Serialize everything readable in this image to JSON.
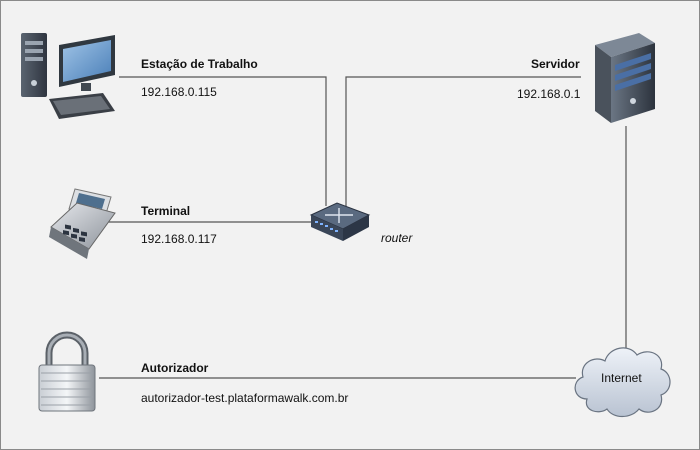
{
  "nodes": {
    "workstation": {
      "name": "Estação de Trabalho",
      "ip": "192.168.0.115",
      "icon": "desktop-computer-icon"
    },
    "server": {
      "name": "Servidor",
      "ip": "192.168.0.1",
      "icon": "server-tower-icon"
    },
    "terminal": {
      "name": "Terminal",
      "ip": "192.168.0.117",
      "icon": "payment-terminal-icon"
    },
    "router": {
      "name": "router",
      "icon": "network-switch-icon"
    },
    "authorizer": {
      "name": "Autorizador",
      "host": "autorizador-test.plataformawalk.com.br",
      "icon": "padlock-icon"
    },
    "internet": {
      "name": "Internet",
      "icon": "cloud-icon"
    }
  },
  "colors": {
    "background": "#f2f2f2",
    "wire": "#555555",
    "cloud": "#d7dde8",
    "server_blue": "#4a6fa5"
  }
}
